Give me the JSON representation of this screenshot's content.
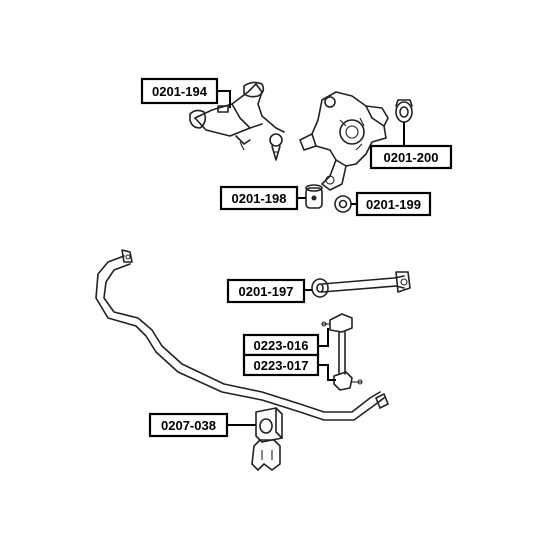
{
  "diagram": {
    "part_labels": [
      {
        "id": "label-0201-194",
        "text": "0201-194"
      },
      {
        "id": "label-0201-200",
        "text": "0201-200"
      },
      {
        "id": "label-0201-198",
        "text": "0201-198"
      },
      {
        "id": "label-0201-199",
        "text": "0201-199"
      },
      {
        "id": "label-0201-197",
        "text": "0201-197"
      },
      {
        "id": "label-0223-016",
        "text": "0223-016"
      },
      {
        "id": "label-0223-017",
        "text": "0223-017"
      },
      {
        "id": "label-0207-038",
        "text": "0207-038"
      }
    ]
  }
}
